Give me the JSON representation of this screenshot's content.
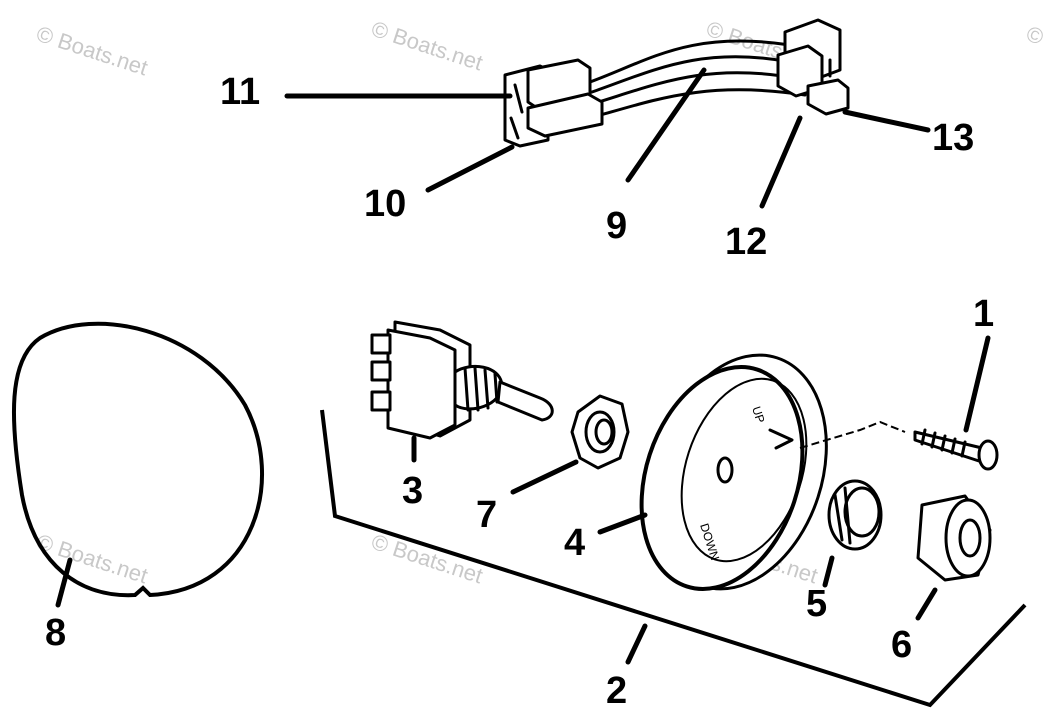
{
  "callouts": {
    "c1": "1",
    "c2": "2",
    "c3": "3",
    "c4": "4",
    "c5": "5",
    "c6": "6",
    "c7": "7",
    "c8": "8",
    "c9": "9",
    "c10": "10",
    "c11": "11",
    "c12": "12",
    "c13": "13"
  },
  "dial_labels": {
    "down": "DOWN",
    "up": "UP"
  },
  "watermark": "© Boats.net"
}
